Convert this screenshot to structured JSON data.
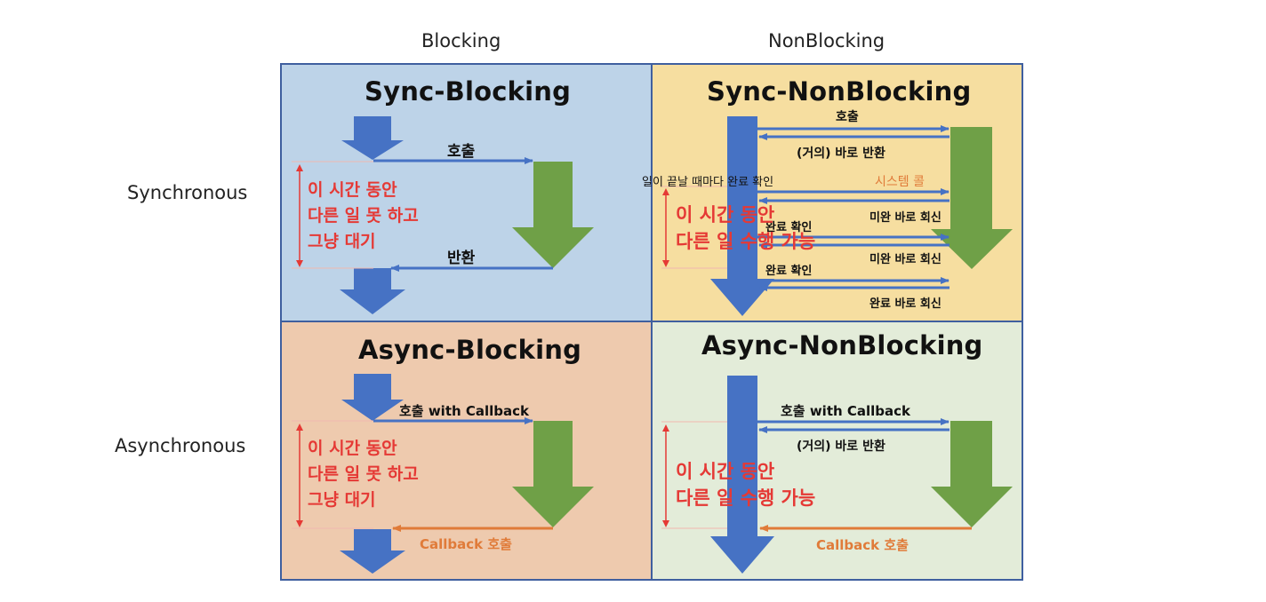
{
  "columns": {
    "blocking": "Blocking",
    "nonblocking": "NonBlocking"
  },
  "rows": {
    "synchronous": "Synchronous",
    "asynchronous": "Asynchronous"
  },
  "colors": {
    "sync_blocking_bg": "#bdd3e8",
    "sync_nonblocking_bg": "#f6deA0",
    "async_blocking_bg": "#eecaae",
    "async_nonblocking_bg": "#e3ecd9",
    "border": "#3f5f9f",
    "caller_arrow": "#4672c4",
    "callee_arrow": "#6fa047",
    "callback_arrow": "#e07b39",
    "red_text": "#e53935"
  },
  "sync_blocking": {
    "title": "Sync-Blocking",
    "call": "호출",
    "return": "반환",
    "wait_lines": [
      "이 시간 동안",
      "다른 일 못 하고",
      "그냥 대기"
    ]
  },
  "sync_nonblocking": {
    "title": "Sync-NonBlocking",
    "call": "호출",
    "immediate_return": "(거의) 바로 반환",
    "check_note": "일이 끝날 때마다 완료 확인",
    "syscall": "시스템 콜",
    "check_done_1": "완료 확인",
    "check_done_2": "완료 확인",
    "not_done_1": "미완 바로 회신",
    "not_done_2": "미완 바로 회신",
    "done_reply": "완료 바로 회신",
    "work_lines": [
      "이 시간 동안",
      "다른 일 수행 가능"
    ]
  },
  "async_blocking": {
    "title": "Async-Blocking",
    "call": "호출 with Callback",
    "callback": "Callback 호출",
    "wait_lines": [
      "이 시간 동안",
      "다른 일 못 하고",
      "그냥 대기"
    ]
  },
  "async_nonblocking": {
    "title": "Async-NonBlocking",
    "call": "호출 with Callback",
    "immediate_return": "(거의) 바로 반환",
    "callback": "Callback 호출",
    "work_lines": [
      "이 시간 동안",
      "다른 일 수행 가능"
    ]
  }
}
